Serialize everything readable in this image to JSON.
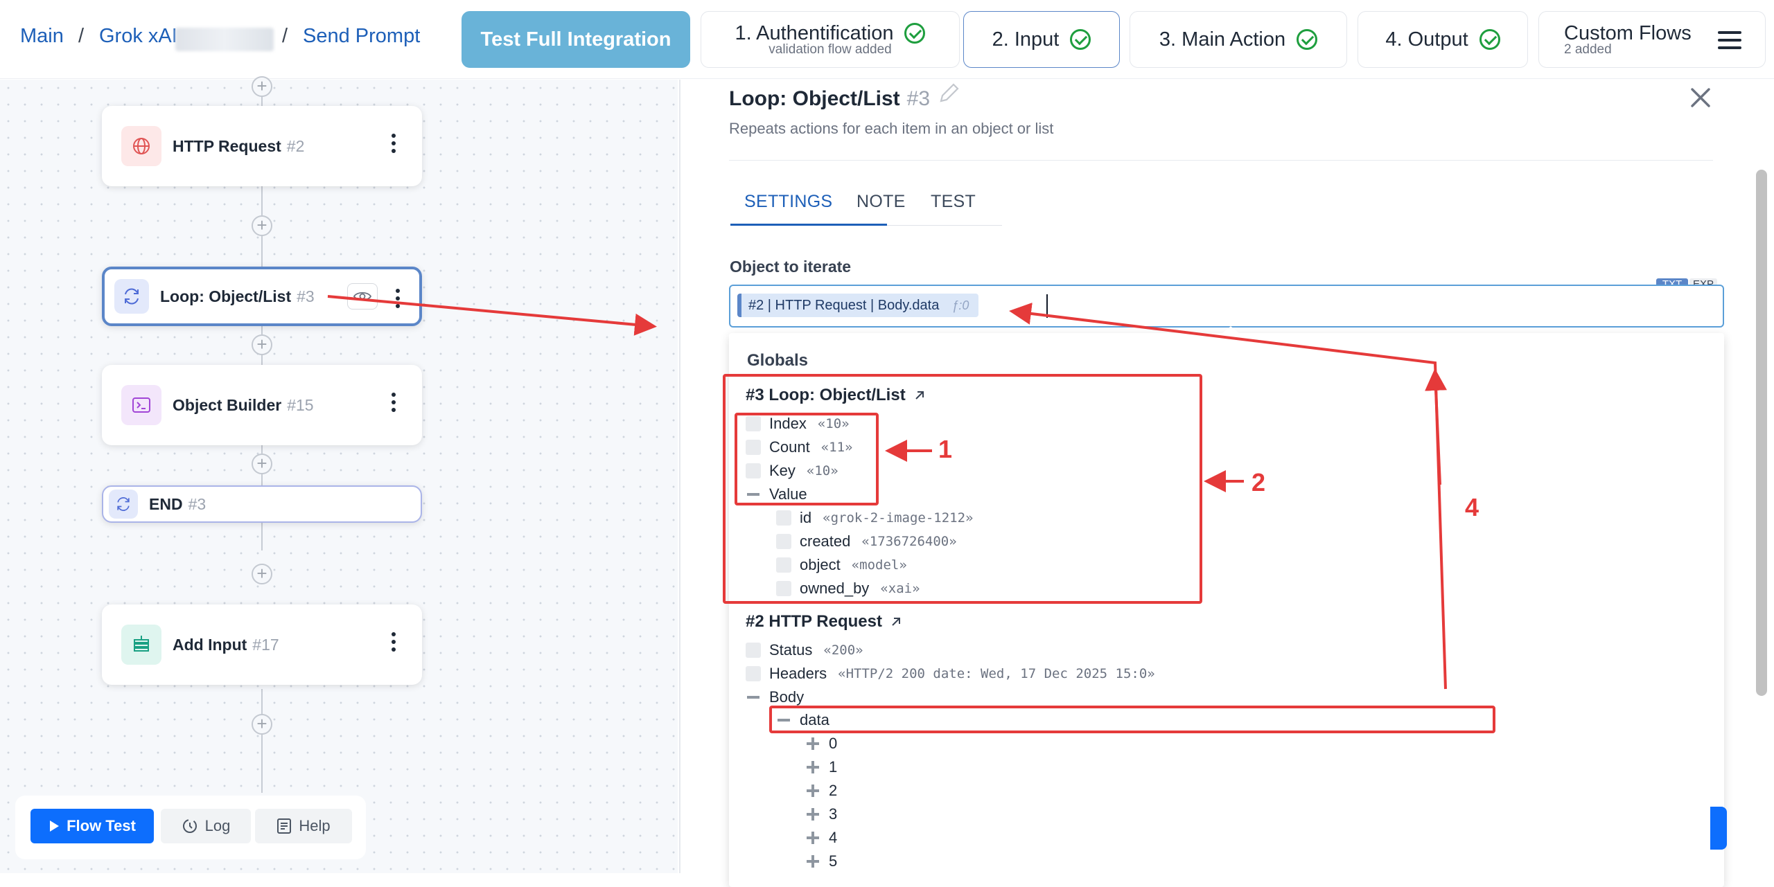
{
  "breadcrumb": {
    "main": "Main",
    "integration": "Grok xAI",
    "action": "Send Prompt",
    "sep": "/"
  },
  "top_tabs": {
    "full_test": "Test Full Integration",
    "auth": {
      "label": "1. Authentification",
      "sub": "validation flow added"
    },
    "input": {
      "label": "2. Input"
    },
    "main_action": {
      "label": "3. Main Action"
    },
    "output": {
      "label": "4. Output"
    },
    "custom": {
      "label": "Custom Flows",
      "sub": "2 added"
    }
  },
  "flow": {
    "nodes": [
      {
        "title": "HTTP Request",
        "num": "#2",
        "icon": "globe-icon"
      },
      {
        "title": "Loop: Object/List",
        "num": "#3",
        "icon": "loop-icon"
      },
      {
        "title": "Object Builder",
        "num": "#15",
        "icon": "terminal-icon"
      },
      {
        "title": "END",
        "num": "#3",
        "icon": "loop-icon"
      },
      {
        "title": "Add Input",
        "num": "#17",
        "icon": "stack-icon"
      }
    ]
  },
  "bottom": {
    "flow_test": "Flow Test",
    "log": "Log",
    "help": "Help"
  },
  "panel": {
    "title": "Loop: Object/List",
    "num": "#3",
    "desc": "Repeats actions for each item in an object or list",
    "tabs": [
      "SETTINGS",
      "NOTE",
      "TEST"
    ],
    "field_label": "Object to iterate",
    "mode_txt": "TXT",
    "mode_exp": "EXP",
    "token": "#2 | HTTP Request | Body.data",
    "token_fn": "ƒ:0",
    "globals": "Globals",
    "loop_group": {
      "title": "#3 Loop: Object/List",
      "rows": [
        {
          "key": "Index",
          "val": "«10»"
        },
        {
          "key": "Count",
          "val": "«11»"
        },
        {
          "key": "Key",
          "val": "«10»"
        },
        {
          "key": "Value",
          "val": ""
        }
      ],
      "value_children": [
        {
          "key": "id",
          "val": "«grok-2-image-1212»"
        },
        {
          "key": "created",
          "val": "«1736726400»"
        },
        {
          "key": "object",
          "val": "«model»"
        },
        {
          "key": "owned_by",
          "val": "«xai»"
        }
      ]
    },
    "http_group": {
      "title": "#2 HTTP Request",
      "rows": [
        {
          "key": "Status",
          "val": "«200»"
        },
        {
          "key": "Headers",
          "val": "«HTTP/2 200 date: Wed, 17 Dec 2025 15:0»"
        },
        {
          "key": "Body",
          "val": ""
        }
      ],
      "data_key": "data",
      "data_items": [
        "0",
        "1",
        "2",
        "3",
        "4",
        "5"
      ]
    }
  },
  "annotations": [
    "1",
    "2",
    "4"
  ],
  "colors": {
    "accent": "#1d5fb8",
    "success": "#1e9e3e",
    "annotation": "#e53a3a",
    "primary_button": "#0d6efd"
  }
}
